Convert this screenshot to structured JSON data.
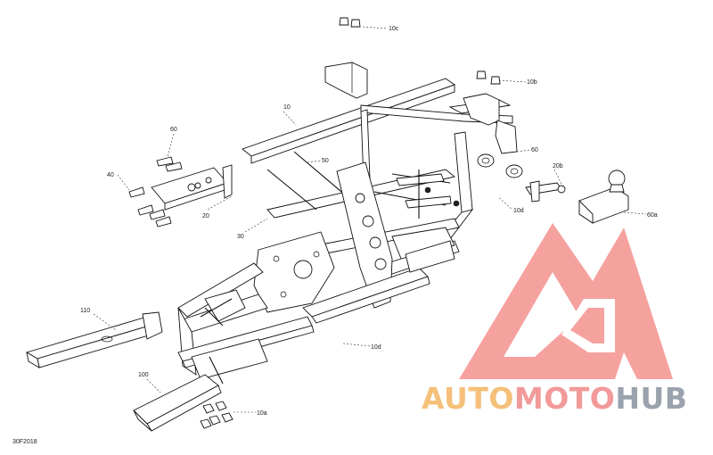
{
  "diagram": {
    "code": "30F2018",
    "callouts": [
      "10c",
      "10b",
      "10",
      "60",
      "50",
      "60",
      "20b",
      "40",
      "10d",
      "20",
      "30",
      "60a",
      "110",
      "10d",
      "100",
      "10a"
    ],
    "watermark": {
      "part1": "AUTO",
      "part2": "MOTO",
      "part3": "HUB",
      "color1": "#f5c07a",
      "color2": "#f29a9a",
      "color3": "#9aa3ad",
      "logo_color": "#f4928f"
    }
  }
}
